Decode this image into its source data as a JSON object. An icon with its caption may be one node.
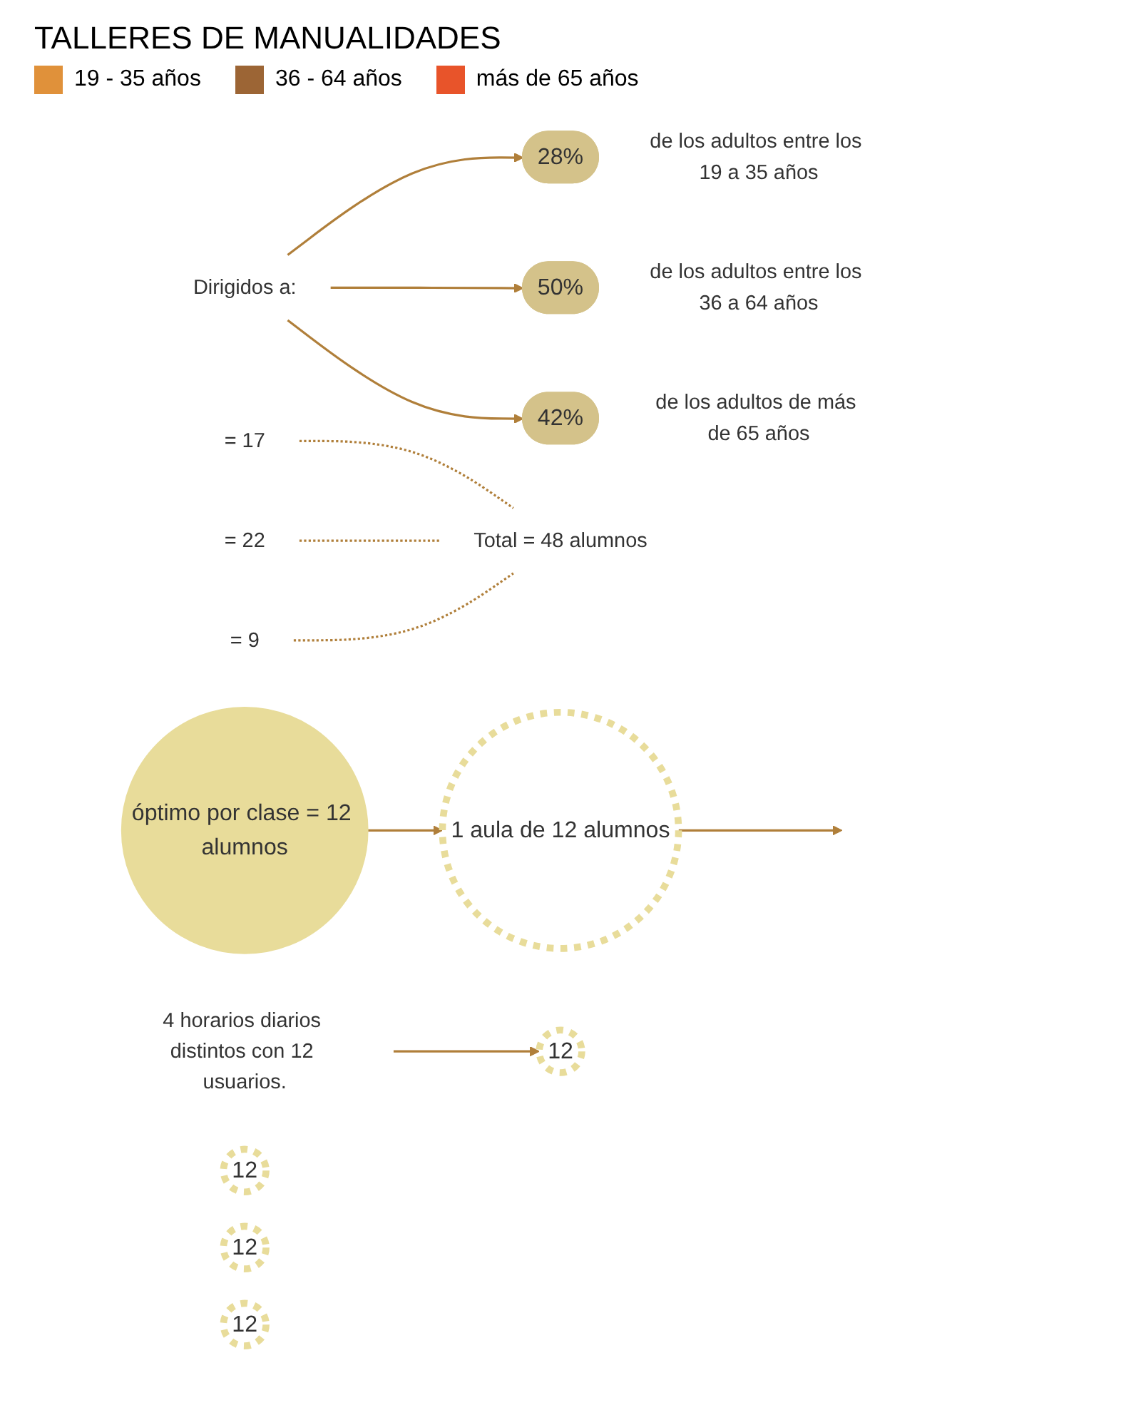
{
  "diagram": {
    "title": "TALLERES DE MANUALIDADES",
    "nodes": [
      {
        "text": [
          "Dirigidos a:"
        ]
      },
      {
        "text": [
          "28%"
        ],
        "beside": [
          "de los adultos entre los 19 a 35 años"
        ]
      },
      {
        "text": [
          "50%"
        ],
        "beside": [
          "de los adultos entre los 36 a 64 años"
        ]
      },
      {
        "text": [
          "42%"
        ],
        "beside": [
          "de los adultos de más de 65 años"
        ]
      },
      {
        "text": [
          "= 17"
        ]
      },
      {
        "text": [
          "= 22"
        ]
      },
      {
        "text": [
          "= 9"
        ]
      },
      {
        "text": [
          "Total = 48 alumnos"
        ]
      },
      {
        "text": [
          "óptimo por clase = 12 alumnos"
        ]
      },
      {
        "text": [
          "1 aula de 12 alumnos"
        ]
      },
      {
        "text": [
          "4 horarios diarios distintos con 12 usuarios."
        ]
      },
      {
        "text": [
          "12"
        ]
      },
      {
        "text": [
          "12"
        ]
      },
      {
        "text": [
          "12"
        ]
      },
      {
        "text": [
          "12"
        ]
      }
    ],
    "edges": [
      {
        "from": 0,
        "to": 1,
        "arrow": "to"
      },
      {
        "from": 0,
        "to": 2,
        "arrow": "to"
      },
      {
        "from": 0,
        "to": 3,
        "arrow": "to"
      },
      {
        "from": 4,
        "to": 7,
        "arrow": "none",
        "style": "dashed"
      },
      {
        "from": 5,
        "to": 7,
        "arrow": "none",
        "style": "dashed"
      },
      {
        "from": 6,
        "to": 7,
        "arrow": "none",
        "style": "dashed"
      },
      {
        "from": 8,
        "to": 9,
        "arrow": "to"
      },
      {
        "from": 9,
        "to": null,
        "arrow": "to"
      },
      {
        "from": 10,
        "to": 11,
        "arrow": "to"
      }
    ],
    "legend": [
      {
        "text": "19 - 35 años",
        "color": "#e0913a"
      },
      {
        "text": "36 - 64 años",
        "color": "#9c6535"
      },
      {
        "text": "más de 65 años",
        "color": "#e8542a"
      }
    ]
  }
}
